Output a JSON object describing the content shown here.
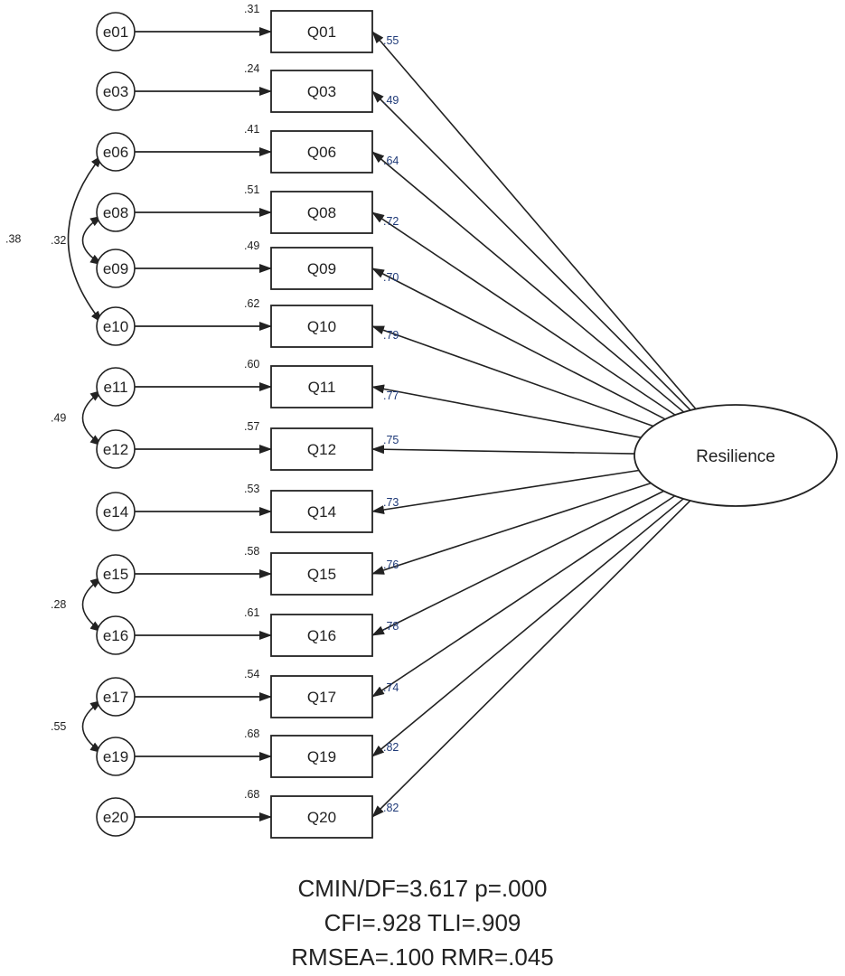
{
  "colors": {
    "stroke": "#222222",
    "background": "#ffffff",
    "loading_text": "#1f3a78"
  },
  "factor": {
    "name": "Resilience"
  },
  "indicators": [
    {
      "error": "e01",
      "item": "Q01",
      "r2": ".31",
      "loading": ".55"
    },
    {
      "error": "e03",
      "item": "Q03",
      "r2": ".24",
      "loading": ".49"
    },
    {
      "error": "e06",
      "item": "Q06",
      "r2": ".41",
      "loading": ".64"
    },
    {
      "error": "e08",
      "item": "Q08",
      "r2": ".51",
      "loading": ".72"
    },
    {
      "error": "e09",
      "item": "Q09",
      "r2": ".49",
      "loading": ".70"
    },
    {
      "error": "e10",
      "item": "Q10",
      "r2": ".62",
      "loading": ".79"
    },
    {
      "error": "e11",
      "item": "Q11",
      "r2": ".60",
      "loading": ".77"
    },
    {
      "error": "e12",
      "item": "Q12",
      "r2": ".57",
      "loading": ".75"
    },
    {
      "error": "e14",
      "item": "Q14",
      "r2": ".53",
      "loading": ".73"
    },
    {
      "error": "e15",
      "item": "Q15",
      "r2": ".58",
      "loading": ".76"
    },
    {
      "error": "e16",
      "item": "Q16",
      "r2": ".61",
      "loading": ".78"
    },
    {
      "error": "e17",
      "item": "Q17",
      "r2": ".54",
      "loading": ".74"
    },
    {
      "error": "e19",
      "item": "Q19",
      "r2": ".68",
      "loading": ".82"
    },
    {
      "error": "e20",
      "item": "Q20",
      "r2": ".68",
      "loading": ".82"
    }
  ],
  "covariances": [
    {
      "from": "e06",
      "to": "e10",
      "value": ".38"
    },
    {
      "from": "e08",
      "to": "e09",
      "value": ".32"
    },
    {
      "from": "e11",
      "to": "e12",
      "value": ".49"
    },
    {
      "from": "e15",
      "to": "e16",
      "value": ".28"
    },
    {
      "from": "e17",
      "to": "e19",
      "value": ".55"
    }
  ],
  "fit_indices": {
    "line1": "CMIN/DF=3.617 p=.000",
    "line2": "CFI=.928 TLI=.909",
    "line3": "RMSEA=.100 RMR=.045"
  }
}
